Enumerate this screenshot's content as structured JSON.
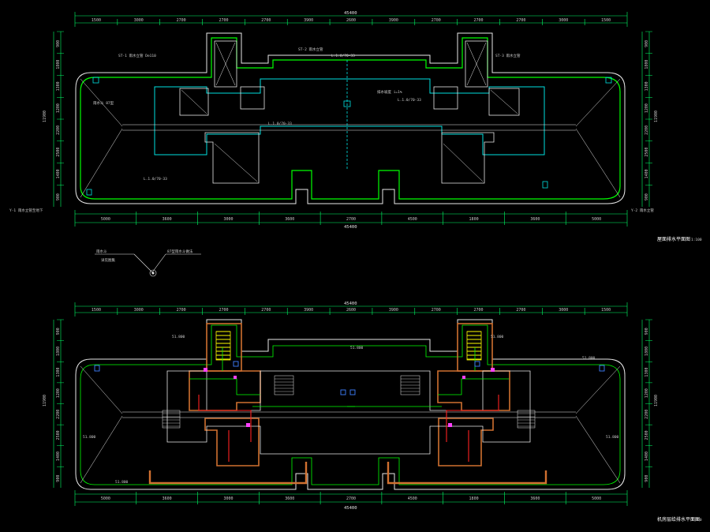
{
  "colors": {
    "background": "#000000",
    "dimension": "#00ff66",
    "wall": "#e8e8e8",
    "roof_edge": "#00e0e0",
    "drain_pipe": "#00ff00",
    "text": "#ffffff",
    "stair_yellow": "#ffff00",
    "pipe_red": "#ff2020",
    "pipe_magenta": "#ff40ff",
    "wall_orange": "#d07030",
    "marker_blue": "#4080ff"
  },
  "plan_top": {
    "total_dim_top": "45400",
    "total_dim_bottom": "45400",
    "segments_top": [
      "1500",
      "3000",
      "2700",
      "2700",
      "2700",
      "3900",
      "2600",
      "3900",
      "2700",
      "2700",
      "2700",
      "3000",
      "1500"
    ],
    "segments_bottom": [
      "5000",
      "3600",
      "3000",
      "3600",
      "2700",
      "4500",
      "1800",
      "3600",
      "5000"
    ],
    "side_total": "11900",
    "side_segments": [
      "900",
      "1800",
      "1300",
      "1200",
      "2200",
      "2500",
      "1400",
      "900"
    ],
    "slope_labels": [
      "L.1.0/70-33",
      "L.1.0/70-33",
      "L.1.0/70-33",
      "L.1.0/70-33"
    ],
    "title": "屋面排水平面图",
    "scale": "1:100"
  },
  "legend": {
    "left_label": "雨水斗",
    "left_label_2": "详见图集",
    "right_label": "87型雨水斗做法"
  },
  "plan_bottom": {
    "total_dim_top": "45400",
    "total_dim_bottom": "45400",
    "segments_top": [
      "1500",
      "3000",
      "2700",
      "2700",
      "2700",
      "3900",
      "2600",
      "3900",
      "2700",
      "2700",
      "2700",
      "3000",
      "1500"
    ],
    "segments_bottom": [
      "5000",
      "3600",
      "3000",
      "3600",
      "2700",
      "4500",
      "1800",
      "3600",
      "5000"
    ],
    "side_total": "11900",
    "side_segments": [
      "900",
      "1800",
      "1300",
      "1200",
      "2200",
      "2500",
      "1400",
      "900"
    ],
    "elevations": [
      "51.800",
      "51.800",
      "51.800",
      "51.800",
      "51.800",
      "51.800",
      "51.800"
    ],
    "title": "机房层给排水平面图",
    "scale": "1:100"
  }
}
